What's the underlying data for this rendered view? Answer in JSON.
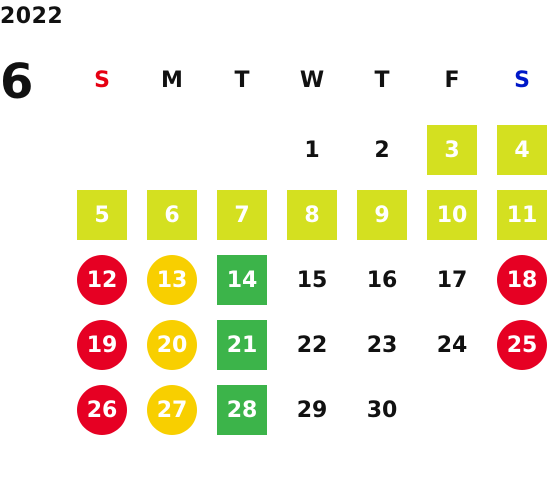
{
  "calendar": {
    "year": "2022",
    "month": "6",
    "weekdays": [
      {
        "label": "S",
        "color": "#e60012"
      },
      {
        "label": "M",
        "color": "#111111"
      },
      {
        "label": "T",
        "color": "#111111"
      },
      {
        "label": "W",
        "color": "#111111"
      },
      {
        "label": "T",
        "color": "#111111"
      },
      {
        "label": "F",
        "color": "#111111"
      },
      {
        "label": "S",
        "color": "#0018c8"
      }
    ],
    "colors": {
      "lime": "#d4e020",
      "red": "#e60023",
      "gold": "#f8cf00",
      "green": "#3cb44a"
    },
    "weeks": [
      [
        {
          "day": "",
          "mark": ""
        },
        {
          "day": "",
          "mark": ""
        },
        {
          "day": "",
          "mark": ""
        },
        {
          "day": "1",
          "mark": ""
        },
        {
          "day": "2",
          "mark": ""
        },
        {
          "day": "3",
          "mark": "lime-square"
        },
        {
          "day": "4",
          "mark": "lime-square"
        }
      ],
      [
        {
          "day": "5",
          "mark": "lime-square"
        },
        {
          "day": "6",
          "mark": "lime-square"
        },
        {
          "day": "7",
          "mark": "lime-square"
        },
        {
          "day": "8",
          "mark": "lime-square"
        },
        {
          "day": "9",
          "mark": "lime-square"
        },
        {
          "day": "10",
          "mark": "lime-square"
        },
        {
          "day": "11",
          "mark": "lime-square"
        }
      ],
      [
        {
          "day": "12",
          "mark": "red-circle"
        },
        {
          "day": "13",
          "mark": "gold-circle"
        },
        {
          "day": "14",
          "mark": "green-square"
        },
        {
          "day": "15",
          "mark": ""
        },
        {
          "day": "16",
          "mark": ""
        },
        {
          "day": "17",
          "mark": ""
        },
        {
          "day": "18",
          "mark": "red-circle"
        }
      ],
      [
        {
          "day": "19",
          "mark": "red-circle"
        },
        {
          "day": "20",
          "mark": "gold-circle"
        },
        {
          "day": "21",
          "mark": "green-square"
        },
        {
          "day": "22",
          "mark": ""
        },
        {
          "day": "23",
          "mark": ""
        },
        {
          "day": "24",
          "mark": ""
        },
        {
          "day": "25",
          "mark": "red-circle"
        }
      ],
      [
        {
          "day": "26",
          "mark": "red-circle"
        },
        {
          "day": "27",
          "mark": "gold-circle"
        },
        {
          "day": "28",
          "mark": "green-square"
        },
        {
          "day": "29",
          "mark": ""
        },
        {
          "day": "30",
          "mark": ""
        },
        {
          "day": "",
          "mark": ""
        },
        {
          "day": "",
          "mark": ""
        }
      ]
    ]
  }
}
